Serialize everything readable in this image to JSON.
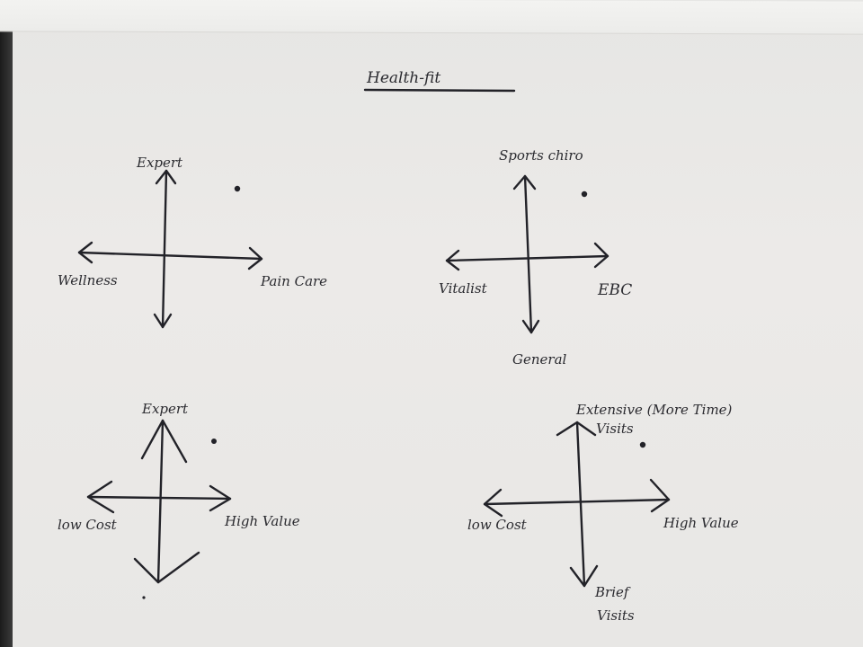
{
  "title": "Health-fit",
  "quadrants": [
    {
      "top": "Expert",
      "left": "Wellness",
      "right": "Pain Care",
      "bottom": ""
    },
    {
      "top": "Sports chiro",
      "left": "Vitalist",
      "right": "EBC",
      "bottom": "General"
    },
    {
      "top": "Expert",
      "left": "low Cost",
      "right": "High Value",
      "bottom": ""
    },
    {
      "top_line1": "Extensive (More Time)",
      "top_line2": "Visits",
      "left": "low Cost",
      "right": "High Value",
      "bottom_line1": "Brief",
      "bottom_line2": "Visits"
    }
  ],
  "colors": {
    "ink": "#222228",
    "paper": "#e8e7e5"
  }
}
